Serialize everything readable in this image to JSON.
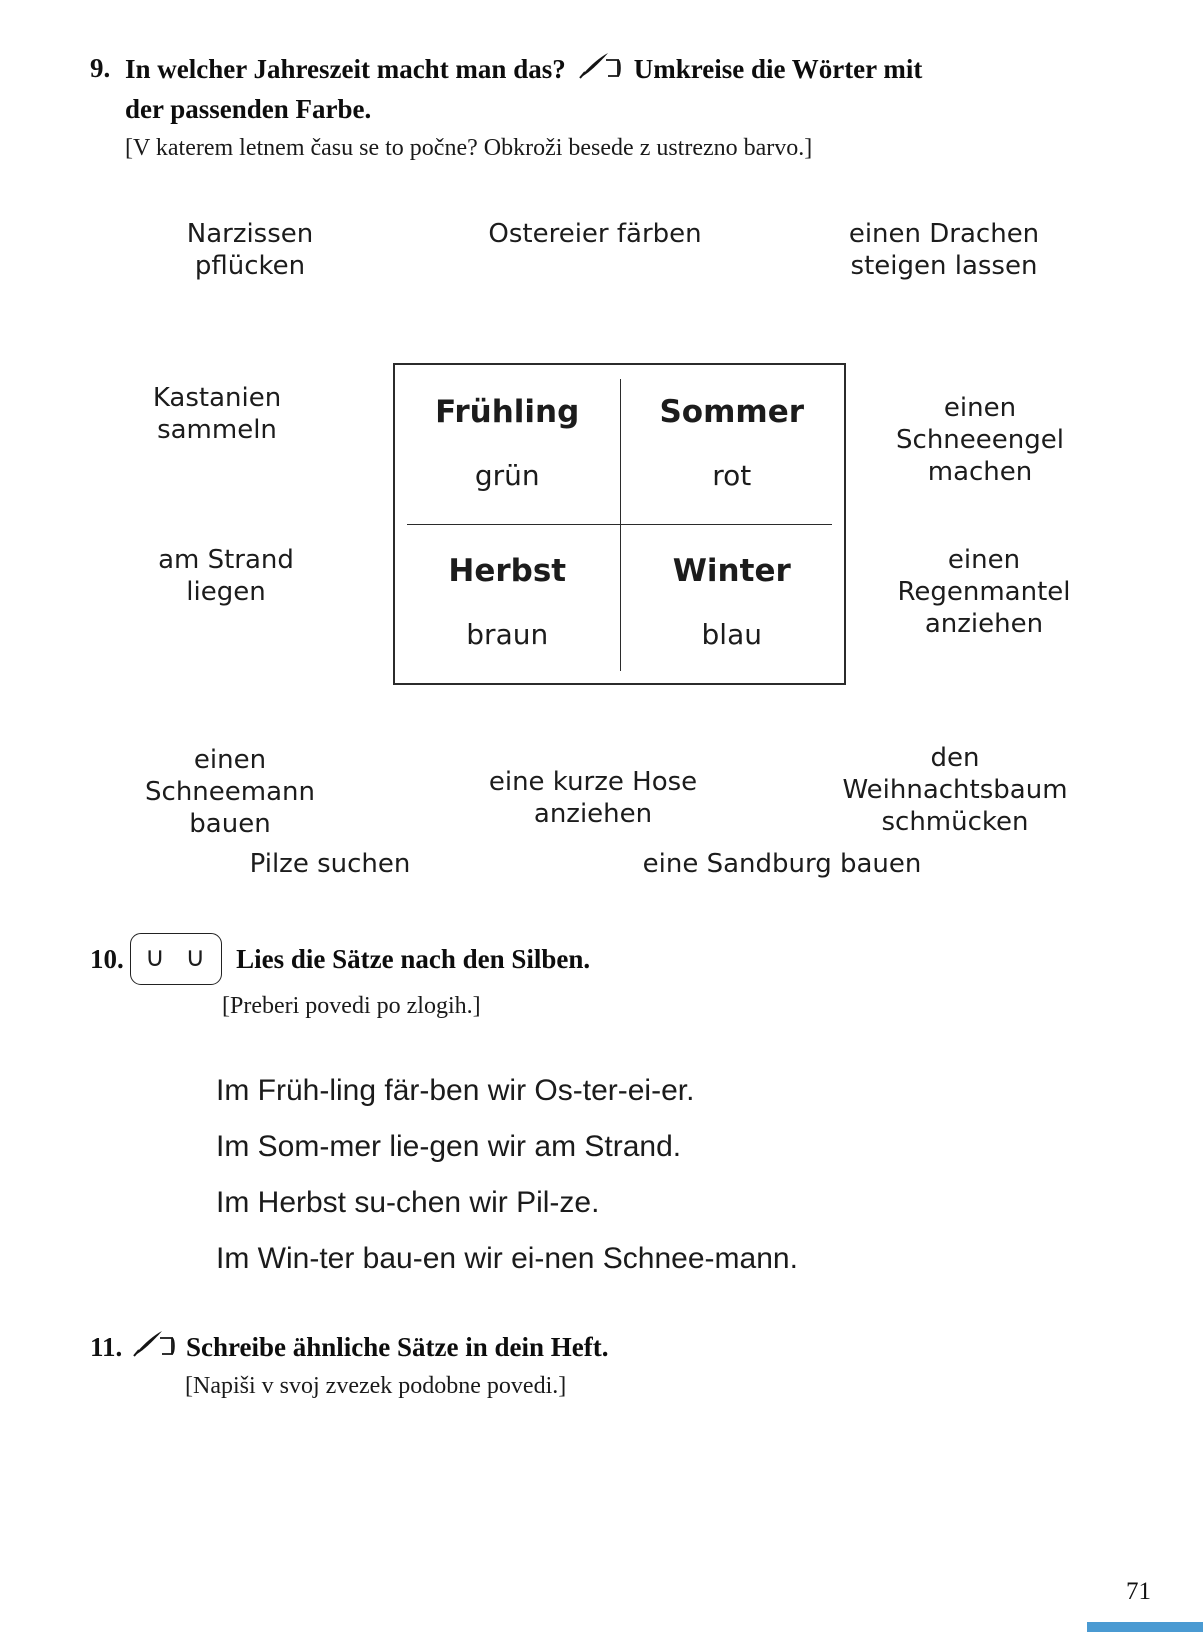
{
  "accent_color": "#4a9ad2",
  "page": {
    "number": "71"
  },
  "exercise9": {
    "number": "9.",
    "title_part1": "In welcher Jahreszeit macht man das?",
    "title_part2": "Umkreise die Wörter mit der passenden Farbe.",
    "icon": "writing-hand-icon",
    "translation": "[V katerem letnem času se to počne? Obkroži besede z ustrezno barvo.]",
    "phrases": [
      "Narzissen\npflücken",
      "Ostereier färben",
      "einen Drachen\nsteigen lassen",
      "Kastanien\nsammeln",
      "einen\nSchneeengel\nmachen",
      "am Strand\nliegen",
      "einen\nRegenmantel\nanziehen",
      "einen\nSchneemann\nbauen",
      "eine kurze Hose\nanziehen",
      "den Weihnachtsbaum\nschmücken",
      "Pilze suchen",
      "eine Sandburg bauen"
    ],
    "table": {
      "cells": [
        {
          "season": "Frühling",
          "color_word": "grün"
        },
        {
          "season": "Sommer",
          "color_word": "rot"
        },
        {
          "season": "Herbst",
          "color_word": "braun"
        },
        {
          "season": "Winter",
          "color_word": "blau"
        }
      ]
    }
  },
  "exercise10": {
    "number": "10.",
    "icon_symbols": "∪ ∪",
    "title": "Lies die Sätze nach den Silben.",
    "translation": "[Preberi povedi po zlogih.]",
    "sentences": [
      "Im Früh-ling fär-ben wir Os-ter-ei-er.",
      "Im Som-mer lie-gen wir am Strand.",
      "Im Herbst su-chen wir Pil-ze.",
      "Im Win-ter bau-en wir ei-nen Schnee-mann."
    ]
  },
  "exercise11": {
    "number": "11.",
    "icon": "writing-hand-icon",
    "title": "Schreibe ähnliche Sätze in dein Heft.",
    "translation": "[Napiši v svoj zvezek podobne povedi.]"
  }
}
